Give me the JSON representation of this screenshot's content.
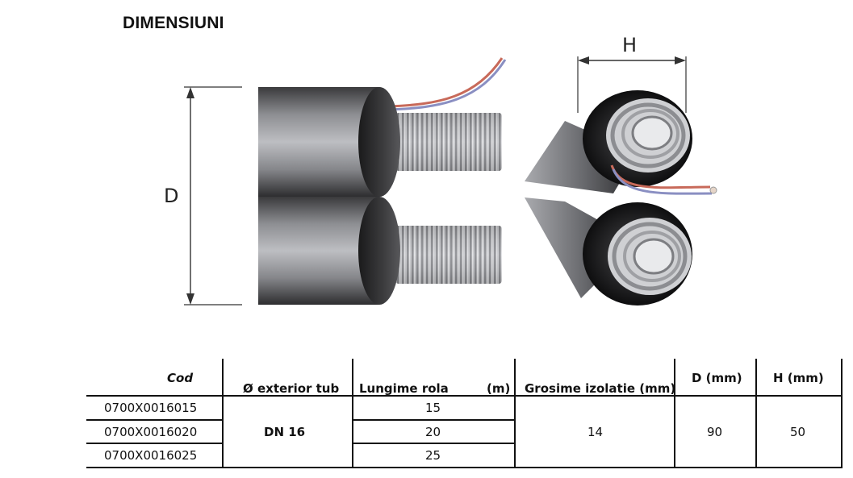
{
  "title": "DIMENSIUNI",
  "diagram": {
    "dimension_d": "D",
    "dimension_h": "H"
  },
  "table": {
    "headers": {
      "cod": "Cod",
      "exterior_tub": "Ø exterior tub",
      "lungime_rola": "Lungime rola",
      "lungime_rola_unit": "(m)",
      "grosime_izolatie": "Grosime izolatie (mm)",
      "d_mm": "D (mm)",
      "h_mm": "H (mm)"
    },
    "rows": [
      {
        "cod": "0700X0016015",
        "lungime": "15"
      },
      {
        "cod": "0700X0016020",
        "lungime": "20"
      },
      {
        "cod": "0700X0016025",
        "lungime": "25"
      }
    ],
    "exterior_tub": "DN 16",
    "grosime_izolatie": "14",
    "d_mm": "90",
    "h_mm": "50"
  }
}
